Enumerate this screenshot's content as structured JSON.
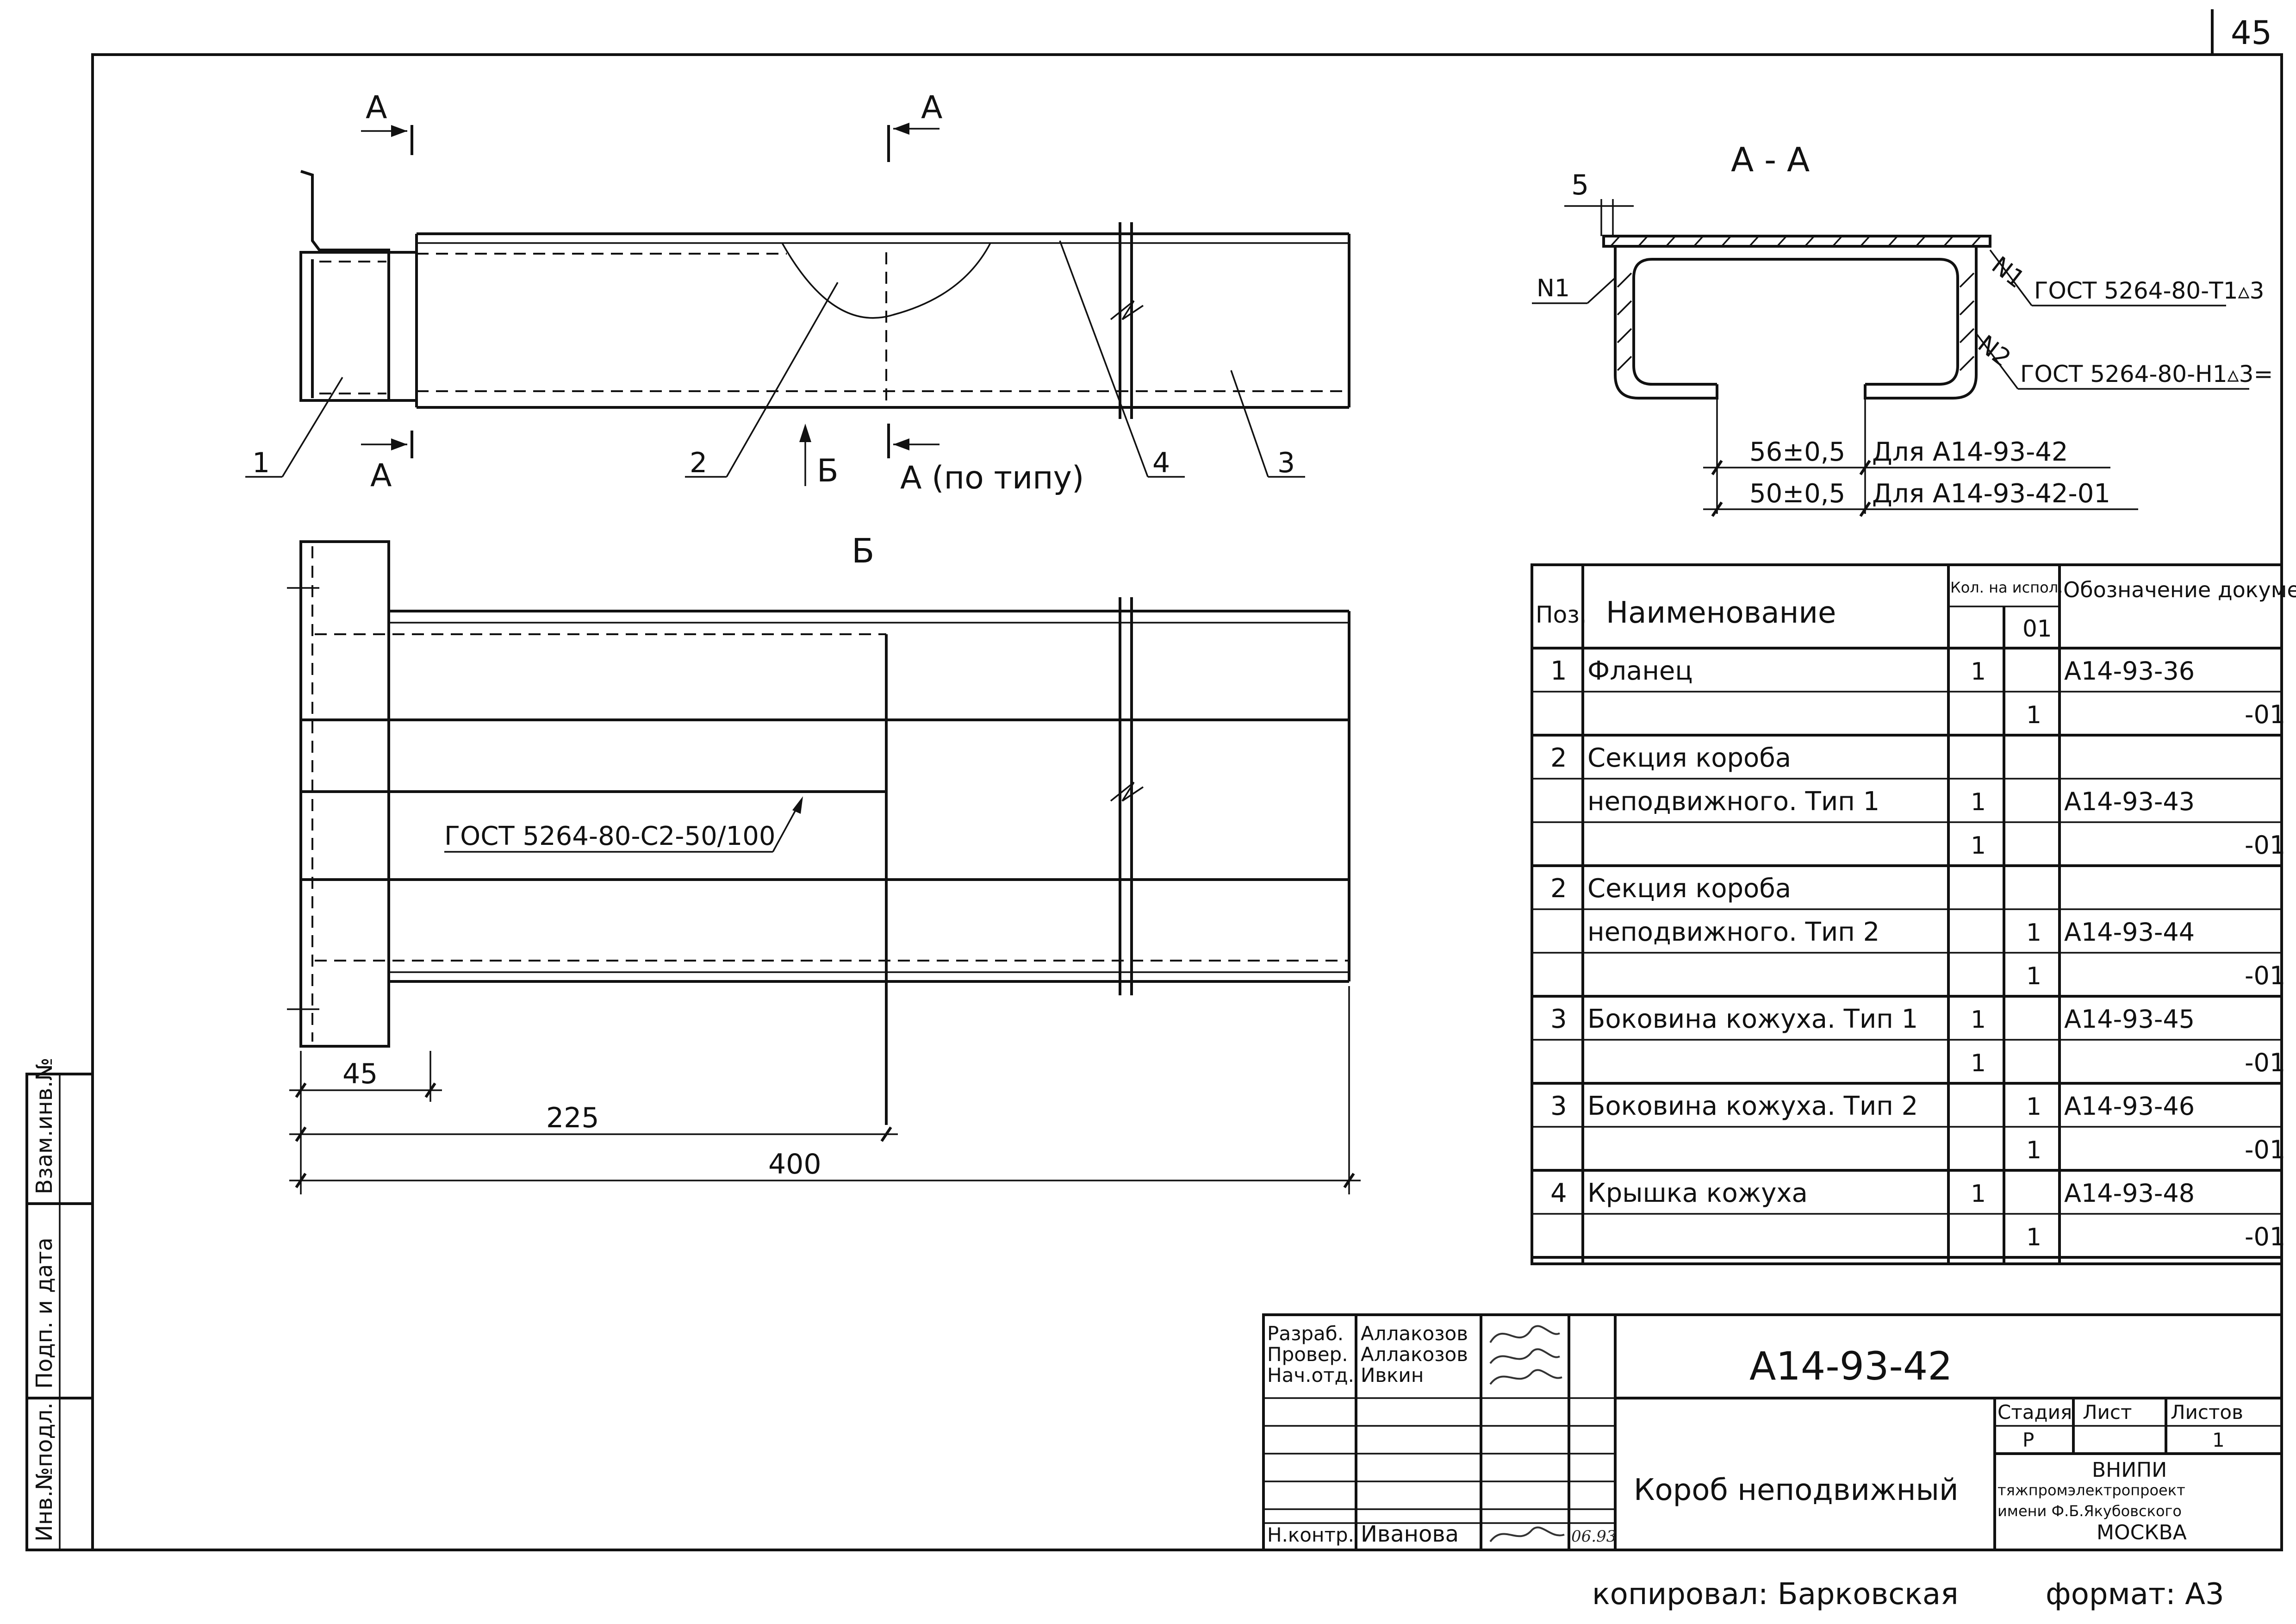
{
  "sheet": {
    "page_number": "45",
    "copied_by": "копировал: Барковская",
    "format": "формат: А3"
  },
  "side_stamp": {
    "inv_podl": "Инв.№подл.",
    "podp_data": "Подп. и дата",
    "vzam_inv": "Взам.инв.№"
  },
  "main_view": {
    "section_mark": "А",
    "section_mark_note": "А (по типу)",
    "view_b_mark": "Б",
    "positions": [
      "1",
      "2",
      "4",
      "3"
    ]
  },
  "plan_view": {
    "title": "Б",
    "weld_note": "ГОСТ 5264-80-С2-50/100",
    "dims": [
      "45",
      "225",
      "400"
    ]
  },
  "section_aa": {
    "title": "А - А",
    "dim_top": "5",
    "weld_mark_left": "N1",
    "weld_mark_r1": "N1",
    "weld_mark_r2": "N2",
    "weld_note_1": "ГОСТ 5264-80-Т1▵3",
    "weld_note_2": "ГОСТ 5264-80-Н1▵3=",
    "dim_rows": [
      {
        "dim": "56±0,5",
        "note": "Для А14-93-42"
      },
      {
        "dim": "50±0,5",
        "note": "Для А14-93-42-01"
      }
    ]
  },
  "spec_table": {
    "headers": {
      "pos": "Поз.",
      "name": "Наименование",
      "qty": "Кол. на испол.",
      "qty_sub": "01",
      "doc": "Обозначение документа"
    },
    "rows": [
      {
        "pos": "1",
        "name": "Фланец",
        "q0": "1",
        "q1": "",
        "doc": "А14-93-36"
      },
      {
        "pos": "",
        "name": "",
        "q0": "",
        "q1": "1",
        "doc": "-01"
      },
      {
        "pos": "2",
        "name": "Секция короба",
        "q0": "",
        "q1": "",
        "doc": ""
      },
      {
        "pos": "",
        "name": "неподвижного. Тип 1",
        "q0": "1",
        "q1": "",
        "doc": "А14-93-43"
      },
      {
        "pos": "",
        "name": "",
        "q0": "1",
        "q1": "",
        "doc": "-01"
      },
      {
        "pos": "2",
        "name": "Секция короба",
        "q0": "",
        "q1": "",
        "doc": ""
      },
      {
        "pos": "",
        "name": "неподвижного. Тип 2",
        "q0": "",
        "q1": "1",
        "doc": "А14-93-44"
      },
      {
        "pos": "",
        "name": "",
        "q0": "",
        "q1": "1",
        "doc": "-01"
      },
      {
        "pos": "3",
        "name": "Боковина кожуха. Тип 1",
        "q0": "1",
        "q1": "",
        "doc": "А14-93-45"
      },
      {
        "pos": "",
        "name": "",
        "q0": "1",
        "q1": "",
        "doc": "-01"
      },
      {
        "pos": "3",
        "name": "Боковина кожуха. Тип 2",
        "q0": "",
        "q1": "1",
        "doc": "А14-93-46"
      },
      {
        "pos": "",
        "name": "",
        "q0": "",
        "q1": "1",
        "doc": "-01"
      },
      {
        "pos": "4",
        "name": "Крышка кожуха",
        "q0": "1",
        "q1": "",
        "doc": "А14-93-48"
      },
      {
        "pos": "",
        "name": "",
        "q0": "",
        "q1": "1",
        "doc": "-01"
      }
    ]
  },
  "title_block": {
    "designation": "А14-93-42",
    "name": "Короб неподвижный",
    "role_razrab": "Разраб.",
    "role_prover": "Провер.",
    "role_nach": "Нач.отд.",
    "role_nkontr": "Н.контр.",
    "name_razrab": "Аллакозов",
    "name_prover": "Аллакозов",
    "name_nach": "Ивкин",
    "name_nkontr": "Иванова",
    "date": "06.93",
    "stage_label": "Стадия",
    "sheet_label": "Лист",
    "sheets_label": "Листов",
    "stage": "Р",
    "sheets": "1",
    "org_1": "ВНИПИ",
    "org_2": "тяжпромэлектропроект",
    "org_3": "имени Ф.Б.Якубовского",
    "org_4": "МОСКВА"
  }
}
